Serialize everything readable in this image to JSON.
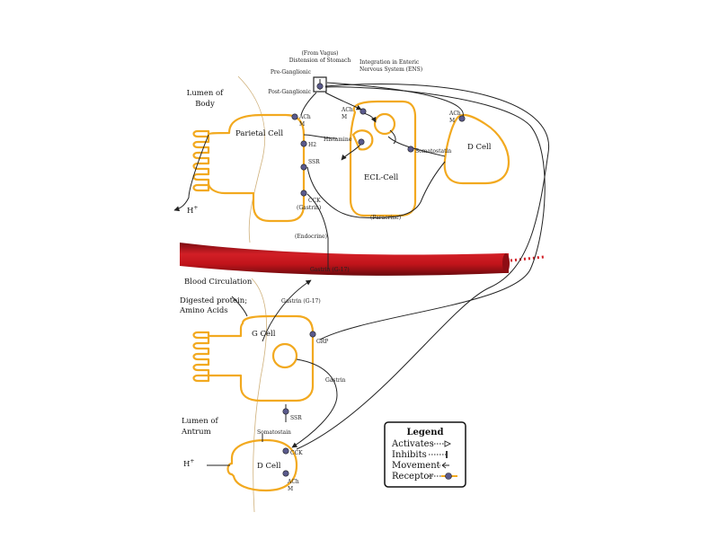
{
  "labels": {
    "from_vagus": "(From Vagus)",
    "distension": "Distension of Stomach",
    "integration_1": "Integration in Enteric",
    "integration_2": "Nervous System (ENS)",
    "pre_ganglionic": "Pre-Ganglionic",
    "post_ganglionic": "Post-Ganglionic",
    "lumen_body_1": "Lumen of",
    "lumen_body_2": "Body",
    "parietal_cell": "Parietal Cell",
    "h_plus_top": "H",
    "h_plus_sup": "+",
    "ach_parietal": "ACh",
    "m3_parietal": "M",
    "h2": "H2",
    "ssr_parietal": "SSR",
    "cck_parietal": "CCK",
    "gastrin_paren": "(Gastrin)",
    "ach_ecl": "ACh",
    "m3_ecl": "M",
    "histamine": "Histamine",
    "ecl_cell": "ECL-Cell",
    "somatostatin_top": "Somatostatin",
    "d_cell_top": "D Cell",
    "ach_dcell": "ACh",
    "m3_dcell": "M",
    "paracrine": "(Paracrine)",
    "endocrine": "(Endocrine)",
    "gastrin_blood": "Gastrin (G-17)",
    "blood_circulation": "Blood Circulation",
    "gastrin_g17": "Gastrin (G-17)",
    "digested_1": "Digested protein;",
    "digested_2": "Amino Acids",
    "g_cell": "G Cell",
    "grp": "GRP",
    "gastrin_antrum": "Gastrin",
    "ssr_antrum": "SSR",
    "lumen_antrum_1": "Lumen of",
    "lumen_antrum_2": "Antrum",
    "somatostain": "Somatostain",
    "cck_antrum": "CCK",
    "d_cell_bottom": "D Cell",
    "h_plus_bottom": "H",
    "ach_bottom": "ACh",
    "m3_bottom": "M"
  },
  "legend": {
    "title": "Legend",
    "items": [
      {
        "label": "Activates",
        "symbol": "activates"
      },
      {
        "label": "Inhibits",
        "symbol": "inhibits"
      },
      {
        "label": "Movement",
        "symbol": "movement"
      },
      {
        "label": "Receptor",
        "symbol": "receptor"
      }
    ]
  },
  "colors": {
    "cell_outline": "#f2a91f",
    "blood_vessel": "#b3121c",
    "receptor": "#5a5a8c"
  }
}
